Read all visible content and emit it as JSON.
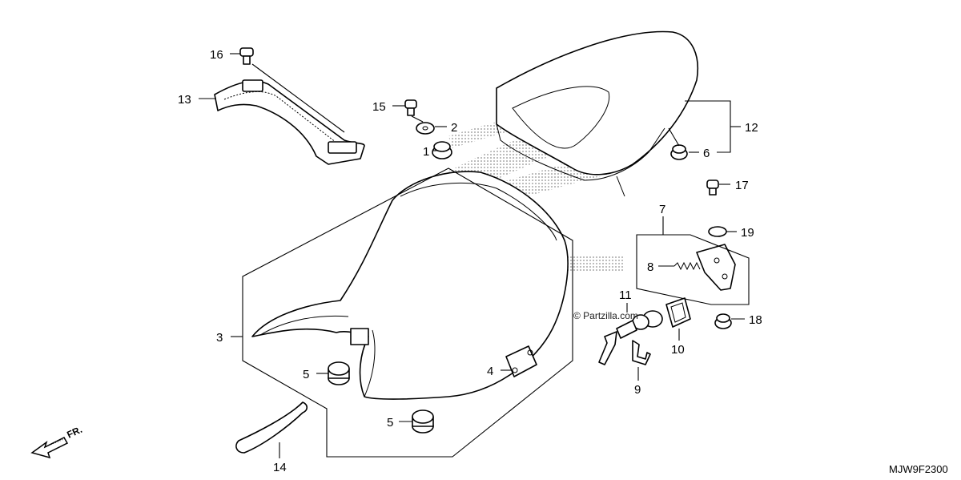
{
  "diagram_code": "MJW9F2300",
  "direction_label": "FR.",
  "watermark": "© Partzilla.com",
  "callouts": {
    "c1": "1",
    "c2": "2",
    "c3": "3",
    "c4": "4",
    "c5a": "5",
    "c5b": "5",
    "c6": "6",
    "c7": "7",
    "c8": "8",
    "c9": "9",
    "c10": "10",
    "c11": "11",
    "c12": "12",
    "c13": "13",
    "c14": "14",
    "c15": "15",
    "c16": "16",
    "c17": "17",
    "c18": "18",
    "c19": "19"
  },
  "colors": {
    "line": "#000000",
    "background": "#ffffff",
    "watermark_dots": "#c8c8c8"
  }
}
